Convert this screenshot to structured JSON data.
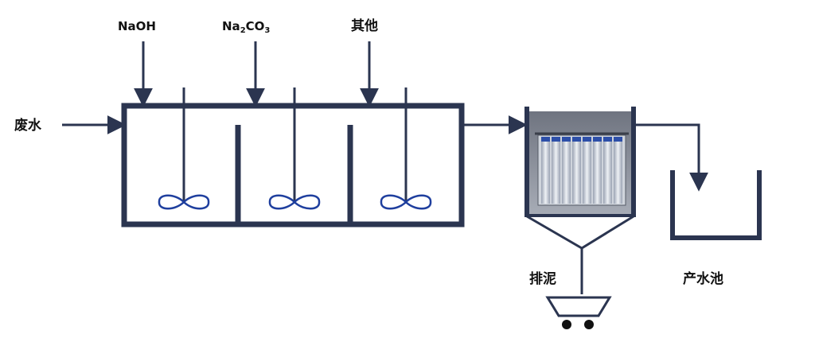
{
  "labels": {
    "wastewater": "废水",
    "naoh": "NaOH",
    "na2co3": {
      "base1": "Na",
      "sub1": "2",
      "base2": "CO",
      "sub2": "3"
    },
    "other": "其他",
    "sludge": "排泥",
    "product_pool": "产水池"
  },
  "colors": {
    "line": "#2b3550",
    "impeller": "#1f3f9e",
    "membrane_body": "#c9ced6",
    "membrane_frame": "#3a3f4a"
  }
}
